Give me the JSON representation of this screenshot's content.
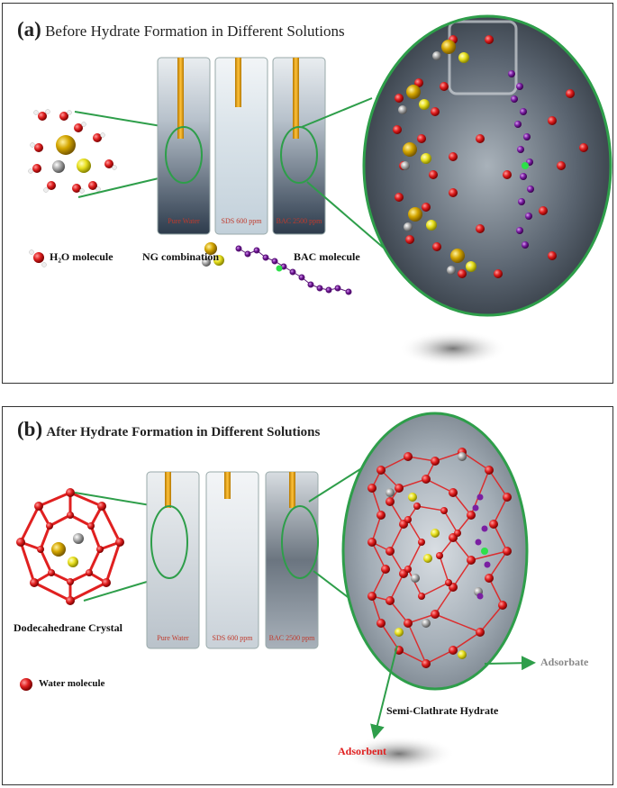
{
  "panel_a": {
    "letter": "(a)",
    "title": "Before Hydrate Formation in Different Solutions",
    "vials": [
      "Pure Water",
      "SDS 600 ppm",
      "BAC 2500 ppm"
    ],
    "legend": {
      "h2o": "H₂O molecule",
      "ng": "NG combination",
      "bac": "BAC molecule"
    }
  },
  "panel_b": {
    "letter": "(b)",
    "title": "After Hydrate Formation in Different Solutions",
    "vials": [
      "Pure Water",
      "SDS 600 ppm",
      "BAC 2500 ppm"
    ],
    "crystal_label": "Dodecahedrane Crystal",
    "water_label": "Water molecule",
    "semi_label": "Semi-Clathrate Hydrate",
    "adsorbate": "Adsorbate",
    "adsorbent": "Adsorbent"
  },
  "colors": {
    "green": "#2e9e4a",
    "oxygen": "#e02020",
    "gold": "#d4a600",
    "yellow": "#e8e020",
    "bac": "#7a1fa2",
    "adsorbent": "#e02020",
    "adsorbate": "#888888"
  }
}
